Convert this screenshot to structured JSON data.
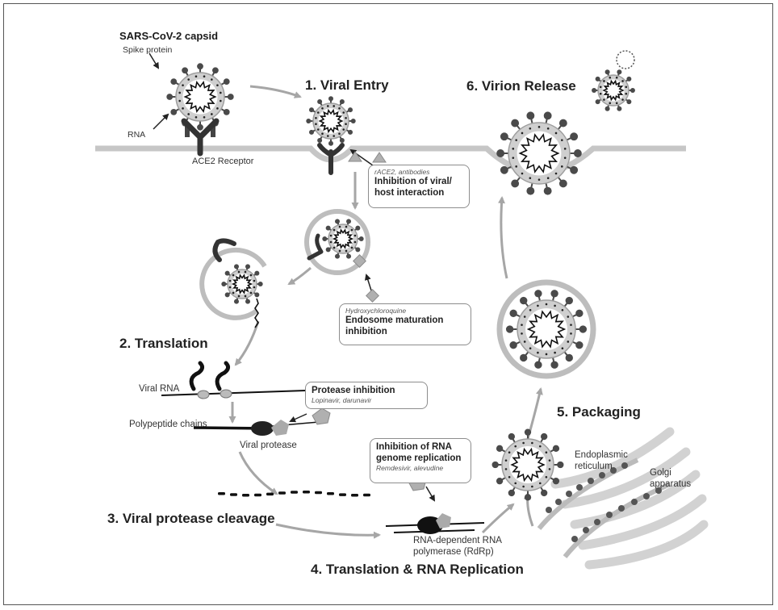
{
  "capsid": {
    "title": "SARS-CoV-2 capsid",
    "spike_label": "Spike protein",
    "rna_label": "RNA",
    "receptor_label": "ACE2 Receptor"
  },
  "stages": {
    "entry": "1. Viral Entry",
    "translation": "2. Translation",
    "cleavage": "3. Viral protease cleavage",
    "replication": "4. Translation & RNA Replication",
    "packaging": "5. Packaging",
    "release": "6. Virion Release"
  },
  "labels": {
    "viral_rna": "Viral RNA",
    "polypeptide": "Polypeptide chains",
    "viral_protease": "Viral protease",
    "rdrp": "RNA-dependent RNA polymerase (RdRp)",
    "er": "Endoplasmic reticulum",
    "golgi": "Golgi apparatus"
  },
  "inhibitors": [
    {
      "drug": "rACE2, antibodies",
      "inhibition": "Inhibition of viral/ host interaction"
    },
    {
      "drug": "Hydroxychloroquine",
      "inhibition": "Endosome maturation inhibition"
    },
    {
      "drug": "Lopinavir, darunavir",
      "inhibition": "Protease inhibition"
    },
    {
      "drug": "Remdesivir, alevudine",
      "inhibition": "Inhibition of RNA genome replication"
    }
  ],
  "colors": {
    "membrane": "#bdbdbd",
    "virion_shell": "#9e9e9e",
    "spike": "#4a4a4a",
    "arrow": "#a6a6a6",
    "inhibitor_marker": "#b0b0b0"
  }
}
